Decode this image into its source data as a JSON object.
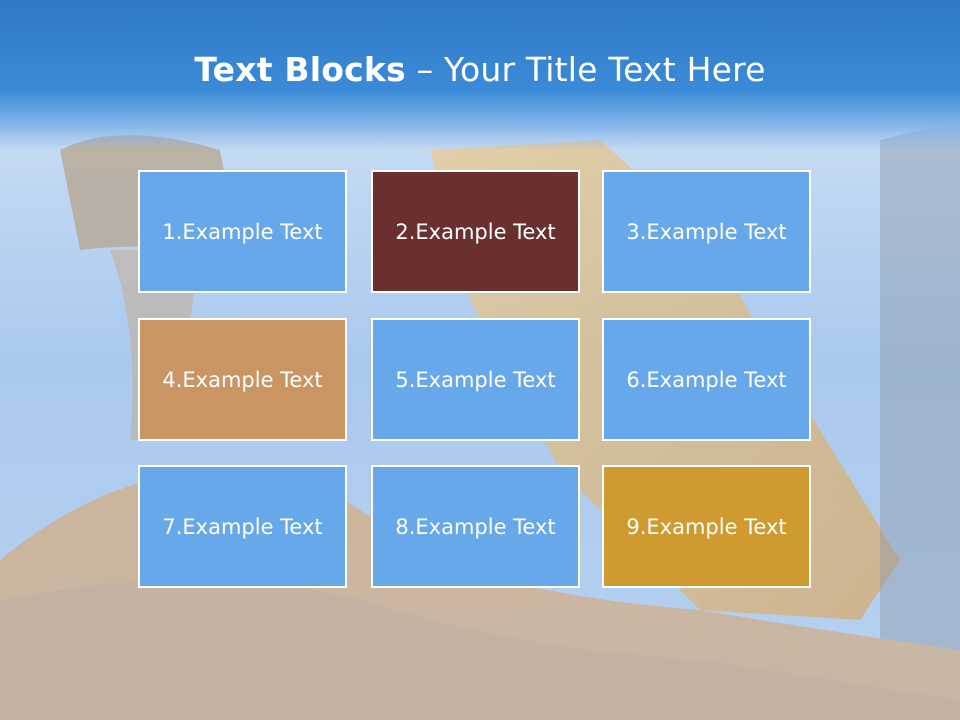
{
  "slide": {
    "title_bold": "Text Blocks",
    "title_dash": "–",
    "title_rest": "Your Title Text Here"
  },
  "blocks": [
    {
      "label": "1.Example Text",
      "color": "#66a8ea"
    },
    {
      "label": "2.Example Text",
      "color": "#6a3030"
    },
    {
      "label": "3.Example Text",
      "color": "#66a8ea"
    },
    {
      "label": "4.Example Text",
      "color": "#c99562"
    },
    {
      "label": "5.Example Text",
      "color": "#66a8ea"
    },
    {
      "label": "6.Example Text",
      "color": "#66a8ea"
    },
    {
      "label": "7.Example Text",
      "color": "#66a8ea"
    },
    {
      "label": "8.Example Text",
      "color": "#66a8ea"
    },
    {
      "label": "9.Example Text",
      "color": "#cf9a30"
    }
  ],
  "colors": {
    "header_blue": "#3b8ad8",
    "sky": "#a9c9ee",
    "sand": "#c9ab8c",
    "machine_yellow": "#e6b35a"
  }
}
